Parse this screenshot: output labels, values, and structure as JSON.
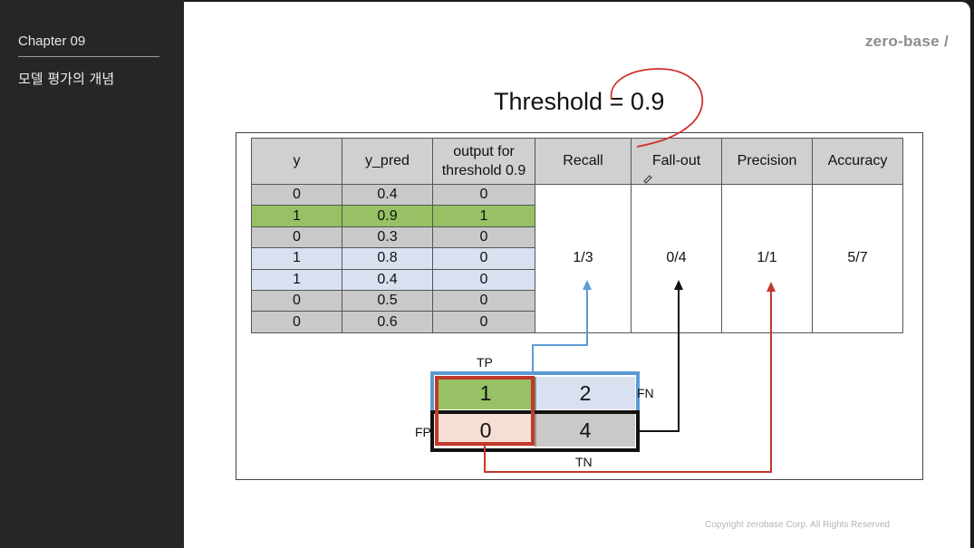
{
  "sidebar": {
    "chapter": "Chapter   09",
    "lesson": "모델 평가의 개념"
  },
  "slide": {
    "brand": "zero-base /",
    "title": "Threshold = 0.9",
    "copyright": "Copyright zerobase Corp. All Rights Reserved"
  },
  "table": {
    "headers": {
      "y": "y",
      "y_pred": "y_pred",
      "output_line1": "output for",
      "output_line2": "threshold 0.9",
      "recall": "Recall",
      "fallout": "Fall-out",
      "precision": "Precision",
      "accuracy": "Accuracy"
    },
    "rows": [
      {
        "y": "0",
        "y_pred": "0.4",
        "output": "0",
        "highlight": "gray"
      },
      {
        "y": "1",
        "y_pred": "0.9",
        "output": "1",
        "highlight": "green"
      },
      {
        "y": "0",
        "y_pred": "0.3",
        "output": "0",
        "highlight": "gray"
      },
      {
        "y": "1",
        "y_pred": "0.8",
        "output": "0",
        "highlight": "blue"
      },
      {
        "y": "1",
        "y_pred": "0.4",
        "output": "0",
        "highlight": "blue"
      },
      {
        "y": "0",
        "y_pred": "0.5",
        "output": "0",
        "highlight": "gray"
      },
      {
        "y": "0",
        "y_pred": "0.6",
        "output": "0",
        "highlight": "gray"
      }
    ],
    "metrics": {
      "recall": "1/3",
      "fallout": "0/4",
      "precision": "1/1",
      "accuracy": "5/7"
    }
  },
  "confusion": {
    "tp": "1",
    "fn": "2",
    "fp": "0",
    "tn": "4",
    "label_tp": "TP",
    "label_fn": "FN",
    "label_fp": "FP",
    "label_tn": "TN"
  },
  "colors": {
    "tp_green": "#97c164",
    "fn_blue": "#d9e1f1",
    "fp_peach": "#f5ded3",
    "tn_gray": "#c9c9c9",
    "recall_arrow": "#5b9bd5",
    "precision_arrow": "#c0392b",
    "fallout_arrow": "#111111",
    "annotation_red": "#d0312d"
  }
}
